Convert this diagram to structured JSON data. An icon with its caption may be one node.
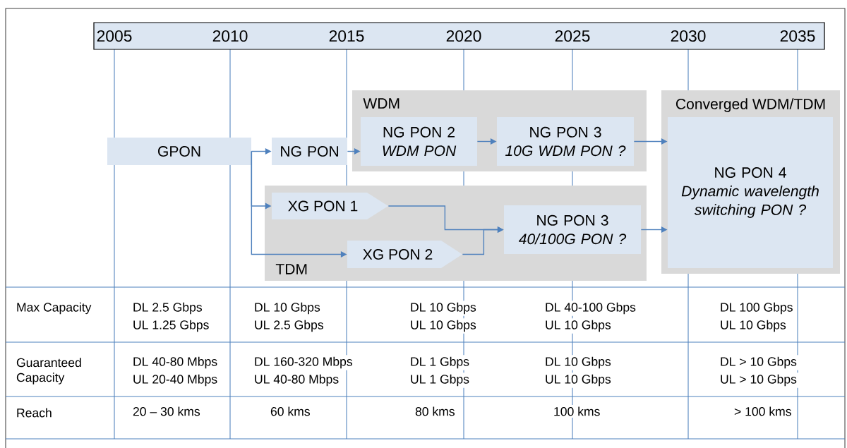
{
  "diagram": {
    "nodes": [
      {
        "text": [
          "GPON"
        ]
      },
      {
        "text": [
          "NG PON"
        ]
      },
      {
        "text": [
          "WDM"
        ]
      },
      {
        "text": [
          "NG PON 2",
          "WDM PON"
        ],
        "in": 2
      },
      {
        "text": [
          "NG PON 3",
          "10G WDM PON ?"
        ],
        "in": 2
      },
      {
        "text": [
          "Converged WDM/TDM"
        ]
      },
      {
        "text": [
          "NG PON 4",
          "Dynamic wavelength switching PON ?"
        ],
        "in": 5
      },
      {
        "text": [
          "TDM"
        ]
      },
      {
        "text": [
          "XG PON 1"
        ],
        "in": 7
      },
      {
        "text": [
          "XG PON 2"
        ],
        "in": 7
      },
      {
        "text": [
          "NG PON 3",
          "40/100G PON ?"
        ],
        "in": 7
      }
    ],
    "edges": [
      {
        "from": 0,
        "to": 1,
        "arrow": "to"
      },
      {
        "from": 0,
        "to": 8,
        "arrow": "to"
      },
      {
        "from": 0,
        "to": 9,
        "arrow": "to"
      },
      {
        "from": 1,
        "to": 3,
        "arrow": "to"
      },
      {
        "from": 3,
        "to": 4,
        "arrow": "to"
      },
      {
        "from": 4,
        "to": 6,
        "arrow": "to"
      },
      {
        "from": 8,
        "to": 10,
        "arrow": "to"
      },
      {
        "from": 9,
        "to": 10,
        "arrow": "to"
      },
      {
        "from": 10,
        "to": 6,
        "arrow": "to"
      }
    ],
    "labels": [
      "2005",
      "2010",
      "2015",
      "2020",
      "2025",
      "2030",
      "2035",
      "Max Capacity",
      "DL 2.5 Gbps",
      "UL 1.25 Gbps",
      "DL 10 Gbps",
      "UL 2.5 Gbps",
      "DL 10 Gbps",
      "UL 10 Gbps",
      "DL 40-100 Gbps",
      "UL 10 Gbps",
      "DL 100 Gbps",
      "UL 10 Gbps",
      "Guaranteed Capacity",
      "DL 40-80 Mbps",
      "UL 20-40 Mbps",
      "DL 160-320 Mbps",
      "UL 40-80 Mbps",
      "DL 1 Gbps",
      "UL 1 Gbps",
      "DL 10 Gbps",
      "UL 10 Gbps",
      "DL > 10 Gbps",
      "UL > 10 Gbps",
      "Reach",
      "20 – 30 kms",
      "60 kms",
      "80 kms",
      "100 kms",
      "> 100 kms"
    ]
  }
}
